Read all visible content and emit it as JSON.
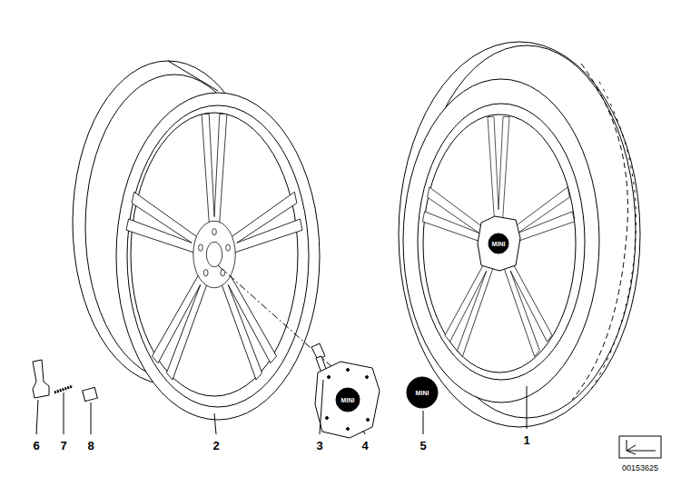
{
  "diagram": {
    "labels": [
      "MINI",
      "MINI",
      "MINI",
      "6",
      "7",
      "8",
      "2",
      "3",
      "4",
      "5",
      "1",
      "00153625"
    ]
  }
}
